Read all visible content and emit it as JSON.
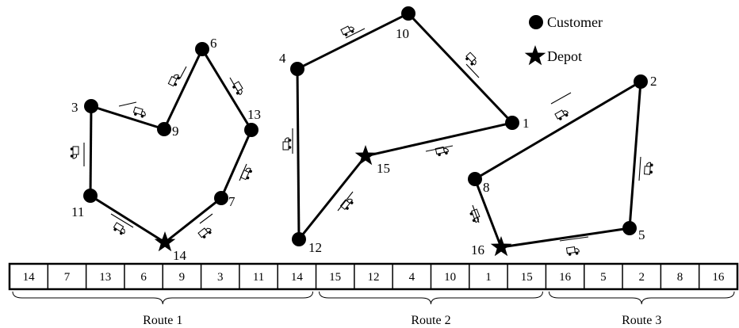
{
  "legend": {
    "customer": "Customer",
    "depot": "Depot"
  },
  "node_labels": {
    "n1": "1",
    "n2": "2",
    "n3": "3",
    "n4": "4",
    "n5": "5",
    "n6": "6",
    "n7": "7",
    "n8": "8",
    "n9": "9",
    "n10": "10",
    "n11": "11",
    "n12": "12",
    "n13": "13",
    "n14": "14",
    "n15": "15",
    "n16": "16"
  },
  "sequence": [
    "14",
    "7",
    "13",
    "6",
    "9",
    "3",
    "11",
    "14",
    "15",
    "12",
    "4",
    "10",
    "1",
    "15",
    "16",
    "5",
    "2",
    "8",
    "16"
  ],
  "routes": [
    {
      "label": "Route 1",
      "nodes": [
        "14",
        "7",
        "13",
        "6",
        "9",
        "3",
        "11",
        "14"
      ]
    },
    {
      "label": "Route 2",
      "nodes": [
        "15",
        "12",
        "4",
        "10",
        "1",
        "15"
      ]
    },
    {
      "label": "Route 3",
      "nodes": [
        "16",
        "5",
        "2",
        "8",
        "16"
      ]
    }
  ],
  "node_types": {
    "depot": [
      "14",
      "15",
      "16"
    ]
  },
  "colors": {
    "ink": "#000000",
    "background": "#ffffff"
  },
  "icons": [
    "truck-icon",
    "direction-arrow-icon",
    "customer-dot-icon",
    "depot-star-icon"
  ]
}
